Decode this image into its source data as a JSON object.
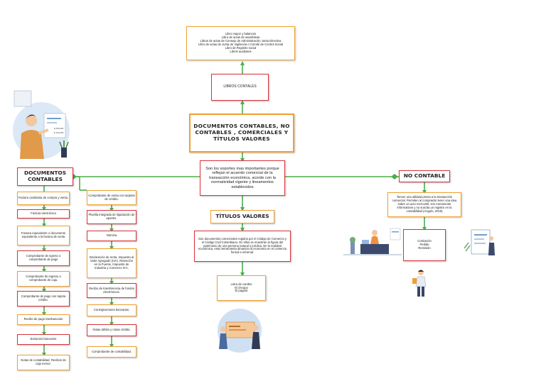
{
  "libros_list": {
    "items": [
      "Libro mayor y balances",
      "Libro de actas de asambleas",
      "Libros de actas de Consejo de Administración Junta Directiva",
      "Libro de actas de Junta de Vigilancia o Comité de Control Social",
      "Libro de Registro social",
      "Libros auxiliares"
    ]
  },
  "libros_contables": "LIBROS CONTALES",
  "main_title": "DOCUMENTOS CONTABLES, NO CONTABLES , COMERCIALES Y TÍTULOS VALORES",
  "definition": "Son los soportes mas importantes porque reflejan el acuerdo comercial de la transacción económica, acorde con la normatividad vigente y lineamentos establecidos",
  "documentos_contables": {
    "title": "DOCUMENTOS CONTABLES",
    "col1": [
      "Factura cambiaria de compra y venta.",
      "Factura electrónica",
      "Factura equivalente o documento equivalente a la factura de venta",
      "Comprobante de egreso o comprobante de pago",
      "Comprobante de ingreso o comprobante de caja.",
      "Comprobante de pago con tarjeta crédito.",
      "Recibo de pago interbancario",
      "Extractos bancarios",
      "Notas de contabilidad. Recibos de caja menor."
    ],
    "col2": [
      "Comprobante de venta con tarjetas de crédito.",
      "Planilla Integrada de liquidación de aportes.",
      "Nómina",
      "Declaración de renta, Impuesto al Valor Agregado (IVA), Retención en la Fuente, Impuesto de Industria y Comercio ICA.",
      "Recibo de transferencia de fondos electrónicos.",
      "Consignaciones bancarias.",
      "Notas débito y notas crédito.",
      "Comprobante de contabilidad."
    ]
  },
  "titulos_valores": {
    "title": "TÍTULOS VALORES",
    "description": "Son documentos comerciales regidos por el Código de Comercio y el Código Civil Colombiano. En ellos se muestran la figura del patrimonio de una persona natural o jurídica. En la realidad económica, esta herramienta dinamiza la economía en el comercio formal e informal.",
    "examples": [
      "Letra de cambio",
      "El cheque",
      "El pagaré"
    ]
  },
  "no_contable": {
    "title": "NO CONTABLE",
    "description": "Tienen una utilidad previa a la transacción comercial. Permiten al comprador tener una idea sobre un acto mercantil, son meramente informativos y no suscita un registro en la contabilidad (Angulo, 2018)",
    "examples": [
      "Cotización",
      "Pedido",
      "Remisión"
    ]
  },
  "illustration_text": {
    "amount_1": "$ 250.000",
    "amount_2": "$ 100.000"
  },
  "colors": {
    "orange_border": "#f0a030",
    "red_border": "#d8333a",
    "connector": "#4cae4c"
  },
  "icons": [
    "accountant-illustration",
    "clipboard-illustration",
    "office-desk-illustration",
    "person-thinking-illustration",
    "receipt-illustration"
  ]
}
